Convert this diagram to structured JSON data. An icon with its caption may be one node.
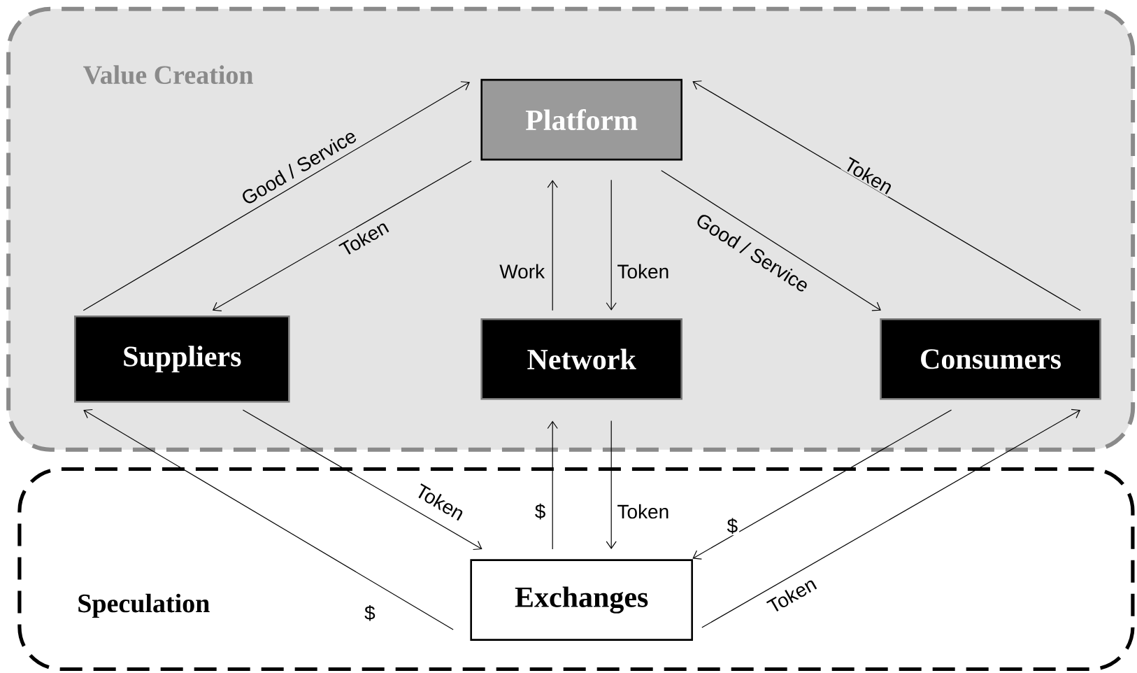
{
  "diagram": {
    "nodes": [
      {
        "text": [
          "Value Creation"
        ]
      },
      {
        "text": [
          "Speculation"
        ]
      },
      {
        "text": [
          "Platform"
        ],
        "in": 0
      },
      {
        "text": [
          "Suppliers"
        ],
        "in": 0
      },
      {
        "text": [
          "Network"
        ],
        "in": 0
      },
      {
        "text": [
          "Consumers"
        ],
        "in": 0
      },
      {
        "text": [
          "Exchanges"
        ],
        "in": 1
      }
    ],
    "edges": [
      {
        "from": 3,
        "to": 2,
        "arrow": "to",
        "label": "Good / Service"
      },
      {
        "from": 2,
        "to": 3,
        "arrow": "to",
        "label": "Token"
      },
      {
        "from": 4,
        "to": 2,
        "arrow": "to",
        "label": "Work"
      },
      {
        "from": 2,
        "to": 4,
        "arrow": "to",
        "label": "Token"
      },
      {
        "from": 2,
        "to": 5,
        "arrow": "to",
        "label": "Good / Service"
      },
      {
        "from": 5,
        "to": 2,
        "arrow": "to",
        "label": "Token"
      },
      {
        "from": 6,
        "to": 3,
        "arrow": "to",
        "label": "$"
      },
      {
        "from": 3,
        "to": 6,
        "arrow": "to",
        "label": "Token"
      },
      {
        "from": 6,
        "to": 4,
        "arrow": "to",
        "label": "$"
      },
      {
        "from": 4,
        "to": 6,
        "arrow": "to",
        "label": "Token"
      },
      {
        "from": 5,
        "to": 6,
        "arrow": "to",
        "label": "$"
      },
      {
        "from": 6,
        "to": 5,
        "arrow": "to",
        "label": "Token"
      }
    ]
  }
}
